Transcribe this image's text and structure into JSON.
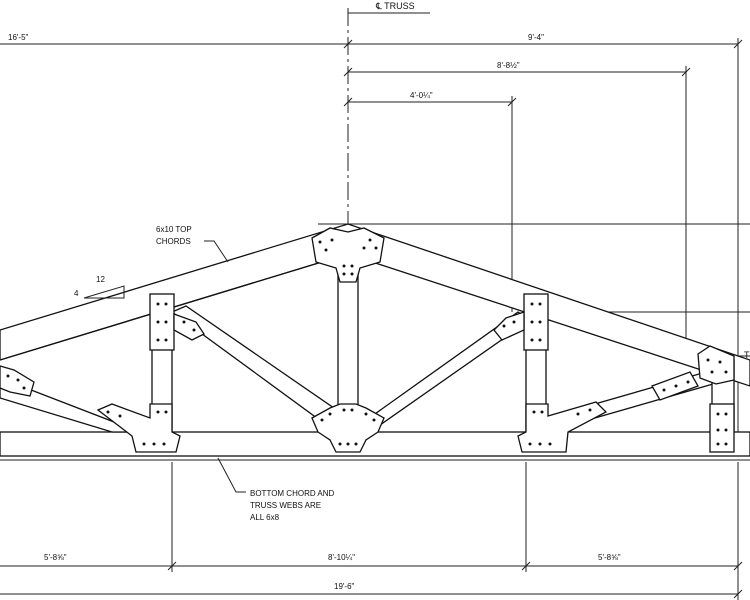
{
  "labels": {
    "centerline": "℄ TRUSS",
    "dim_left_half": "16'-5\"",
    "dim_right_half": "9'-4\"",
    "dim_right_mid": "8'-8½\"",
    "dim_right_inner": "4'-0¼\"",
    "top_chord_note_line1": "6x10 TOP",
    "top_chord_note_line2": "CHORDS",
    "pitch_rise": "4",
    "pitch_run": "12",
    "bottom_note_line1": "BOTTOM CHORD AND",
    "bottom_note_line2": "TRUSS WEBS ARE",
    "bottom_note_line3": "ALL 6x8",
    "dim_bottom_left": "5'-8⅝\"",
    "dim_bottom_mid": "8'-10¼\"",
    "dim_bottom_right": "5'-8⅝\"",
    "dim_overall": "19'-6\"",
    "edge_mark": "T"
  }
}
